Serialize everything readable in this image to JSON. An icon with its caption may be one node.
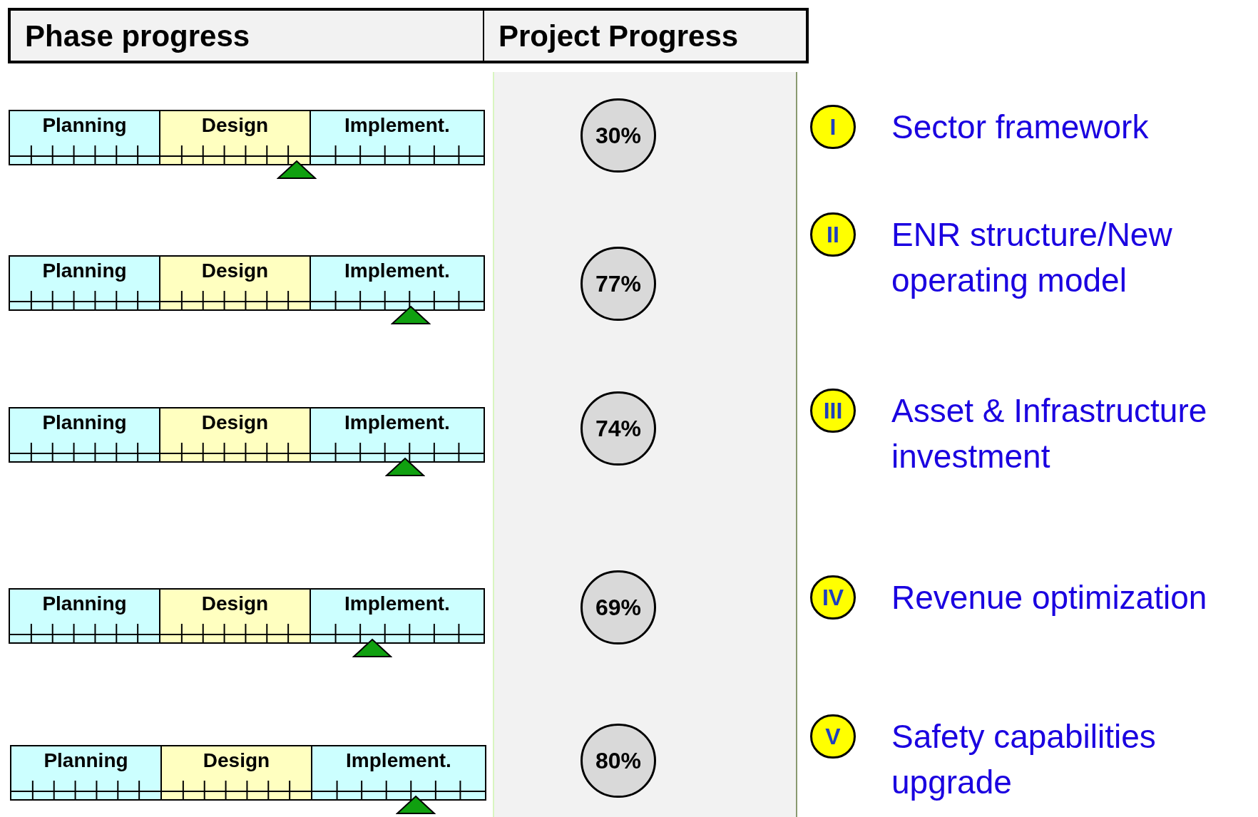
{
  "diagram": {
    "nodes": [
      {
        "text": [
          "Phase progress"
        ]
      },
      {
        "text": [
          "Project Progress"
        ]
      },
      {
        "text": [
          "Planning"
        ]
      },
      {
        "text": [
          "Design"
        ]
      },
      {
        "text": [
          "Implement."
        ]
      },
      {
        "text": [
          "30%"
        ]
      },
      {
        "text": [
          "I"
        ],
        "beside": [
          "Sector framework"
        ]
      },
      {
        "text": [
          "Planning"
        ]
      },
      {
        "text": [
          "Design"
        ]
      },
      {
        "text": [
          "Implement."
        ]
      },
      {
        "text": [
          "77%"
        ]
      },
      {
        "text": [
          "II"
        ],
        "beside": [
          "ENR structure/New operating model"
        ]
      },
      {
        "text": [
          "Planning"
        ]
      },
      {
        "text": [
          "Design"
        ]
      },
      {
        "text": [
          "Implement."
        ]
      },
      {
        "text": [
          "74%"
        ]
      },
      {
        "text": [
          "III"
        ],
        "beside": [
          "Asset & Infrastructure investment"
        ]
      },
      {
        "text": [
          "Planning"
        ]
      },
      {
        "text": [
          "Design"
        ]
      },
      {
        "text": [
          "Implement."
        ]
      },
      {
        "text": [
          "69%"
        ]
      },
      {
        "text": [
          "IV"
        ],
        "beside": [
          "Revenue optimization"
        ]
      },
      {
        "text": [
          "Planning"
        ]
      },
      {
        "text": [
          "Design"
        ]
      },
      {
        "text": [
          "Implement."
        ]
      },
      {
        "text": [
          "80%"
        ]
      },
      {
        "text": [
          "V"
        ],
        "beside": [
          "Safety capabilities upgrade"
        ]
      }
    ]
  }
}
